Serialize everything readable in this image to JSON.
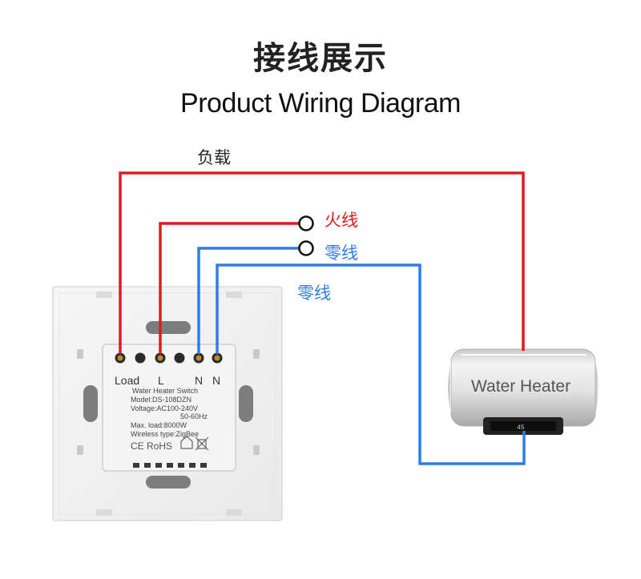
{
  "title_cn": "接线展示",
  "title_en": "Product Wiring Diagram",
  "labels": {
    "load": "负载",
    "live": "火线",
    "neutral_1": "零线",
    "neutral_2": "零线"
  },
  "switch": {
    "terminals": [
      "Load",
      "L",
      "N",
      "N"
    ],
    "spec_lines": [
      "Water Heater Switch",
      "Model:DS-108DZN",
      "Voltage:AC100-240V",
      "50-60Hz",
      "Max. load:8000W",
      "Wireless type:ZigBee"
    ],
    "cert_marks": "CE RoHS"
  },
  "heater": {
    "label": "Water Heater"
  },
  "colors": {
    "live_wire": "#e01b1b",
    "neutral_wire": "#2f7ee8"
  }
}
